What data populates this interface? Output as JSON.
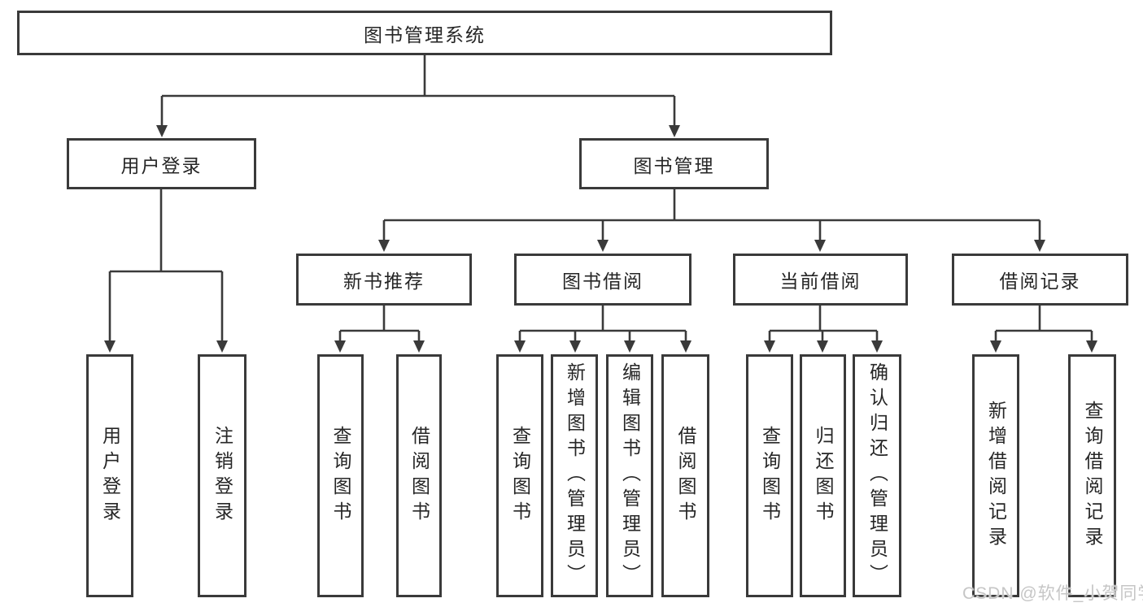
{
  "tree": {
    "label": "图书管理系统",
    "children": [
      {
        "label": "用户登录",
        "children": [
          {
            "label": "用户登录"
          },
          {
            "label": "注销登录"
          }
        ]
      },
      {
        "label": "图书管理",
        "children": [
          {
            "label": "新书推荐",
            "children": [
              {
                "label": "查询图书"
              },
              {
                "label": "借阅图书"
              }
            ]
          },
          {
            "label": "图书借阅",
            "children": [
              {
                "label": "查询图书"
              },
              {
                "label": "新增图书（管理员）"
              },
              {
                "label": "编辑图书（管理员）"
              },
              {
                "label": "借阅图书"
              }
            ]
          },
          {
            "label": "当前借阅",
            "children": [
              {
                "label": "查询图书"
              },
              {
                "label": "归还图书"
              },
              {
                "label": "确认归还（管理员）"
              }
            ]
          },
          {
            "label": "借阅记录",
            "children": [
              {
                "label": "新增借阅记录"
              },
              {
                "label": "查询借阅记录"
              }
            ]
          }
        ]
      }
    ]
  },
  "watermark": {
    "text": "CSDN @软件_小贺同学"
  },
  "colors": {
    "line": "#3a3a3a",
    "box_border": "#3a3a3a",
    "box_fill": "#ffffff",
    "text": "#262626",
    "watermark": "#c6c6c6",
    "background": "#ffffff"
  }
}
